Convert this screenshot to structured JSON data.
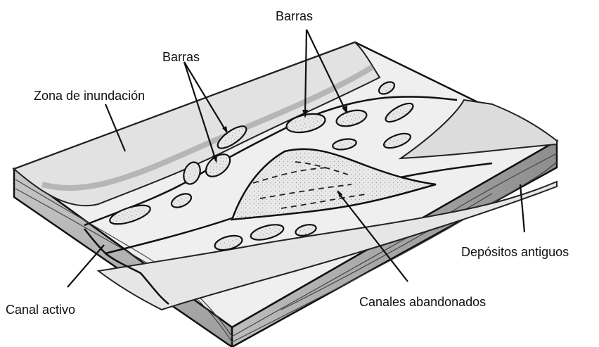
{
  "labels": {
    "barras_top": "Barras",
    "barras_left": "Barras",
    "zona_inundacion": "Zona de inundación",
    "depositos_antiguos": "Depósitos antiguos",
    "canal_activo": "Canal activo",
    "canales_abandonados": "Canales abandonados"
  }
}
